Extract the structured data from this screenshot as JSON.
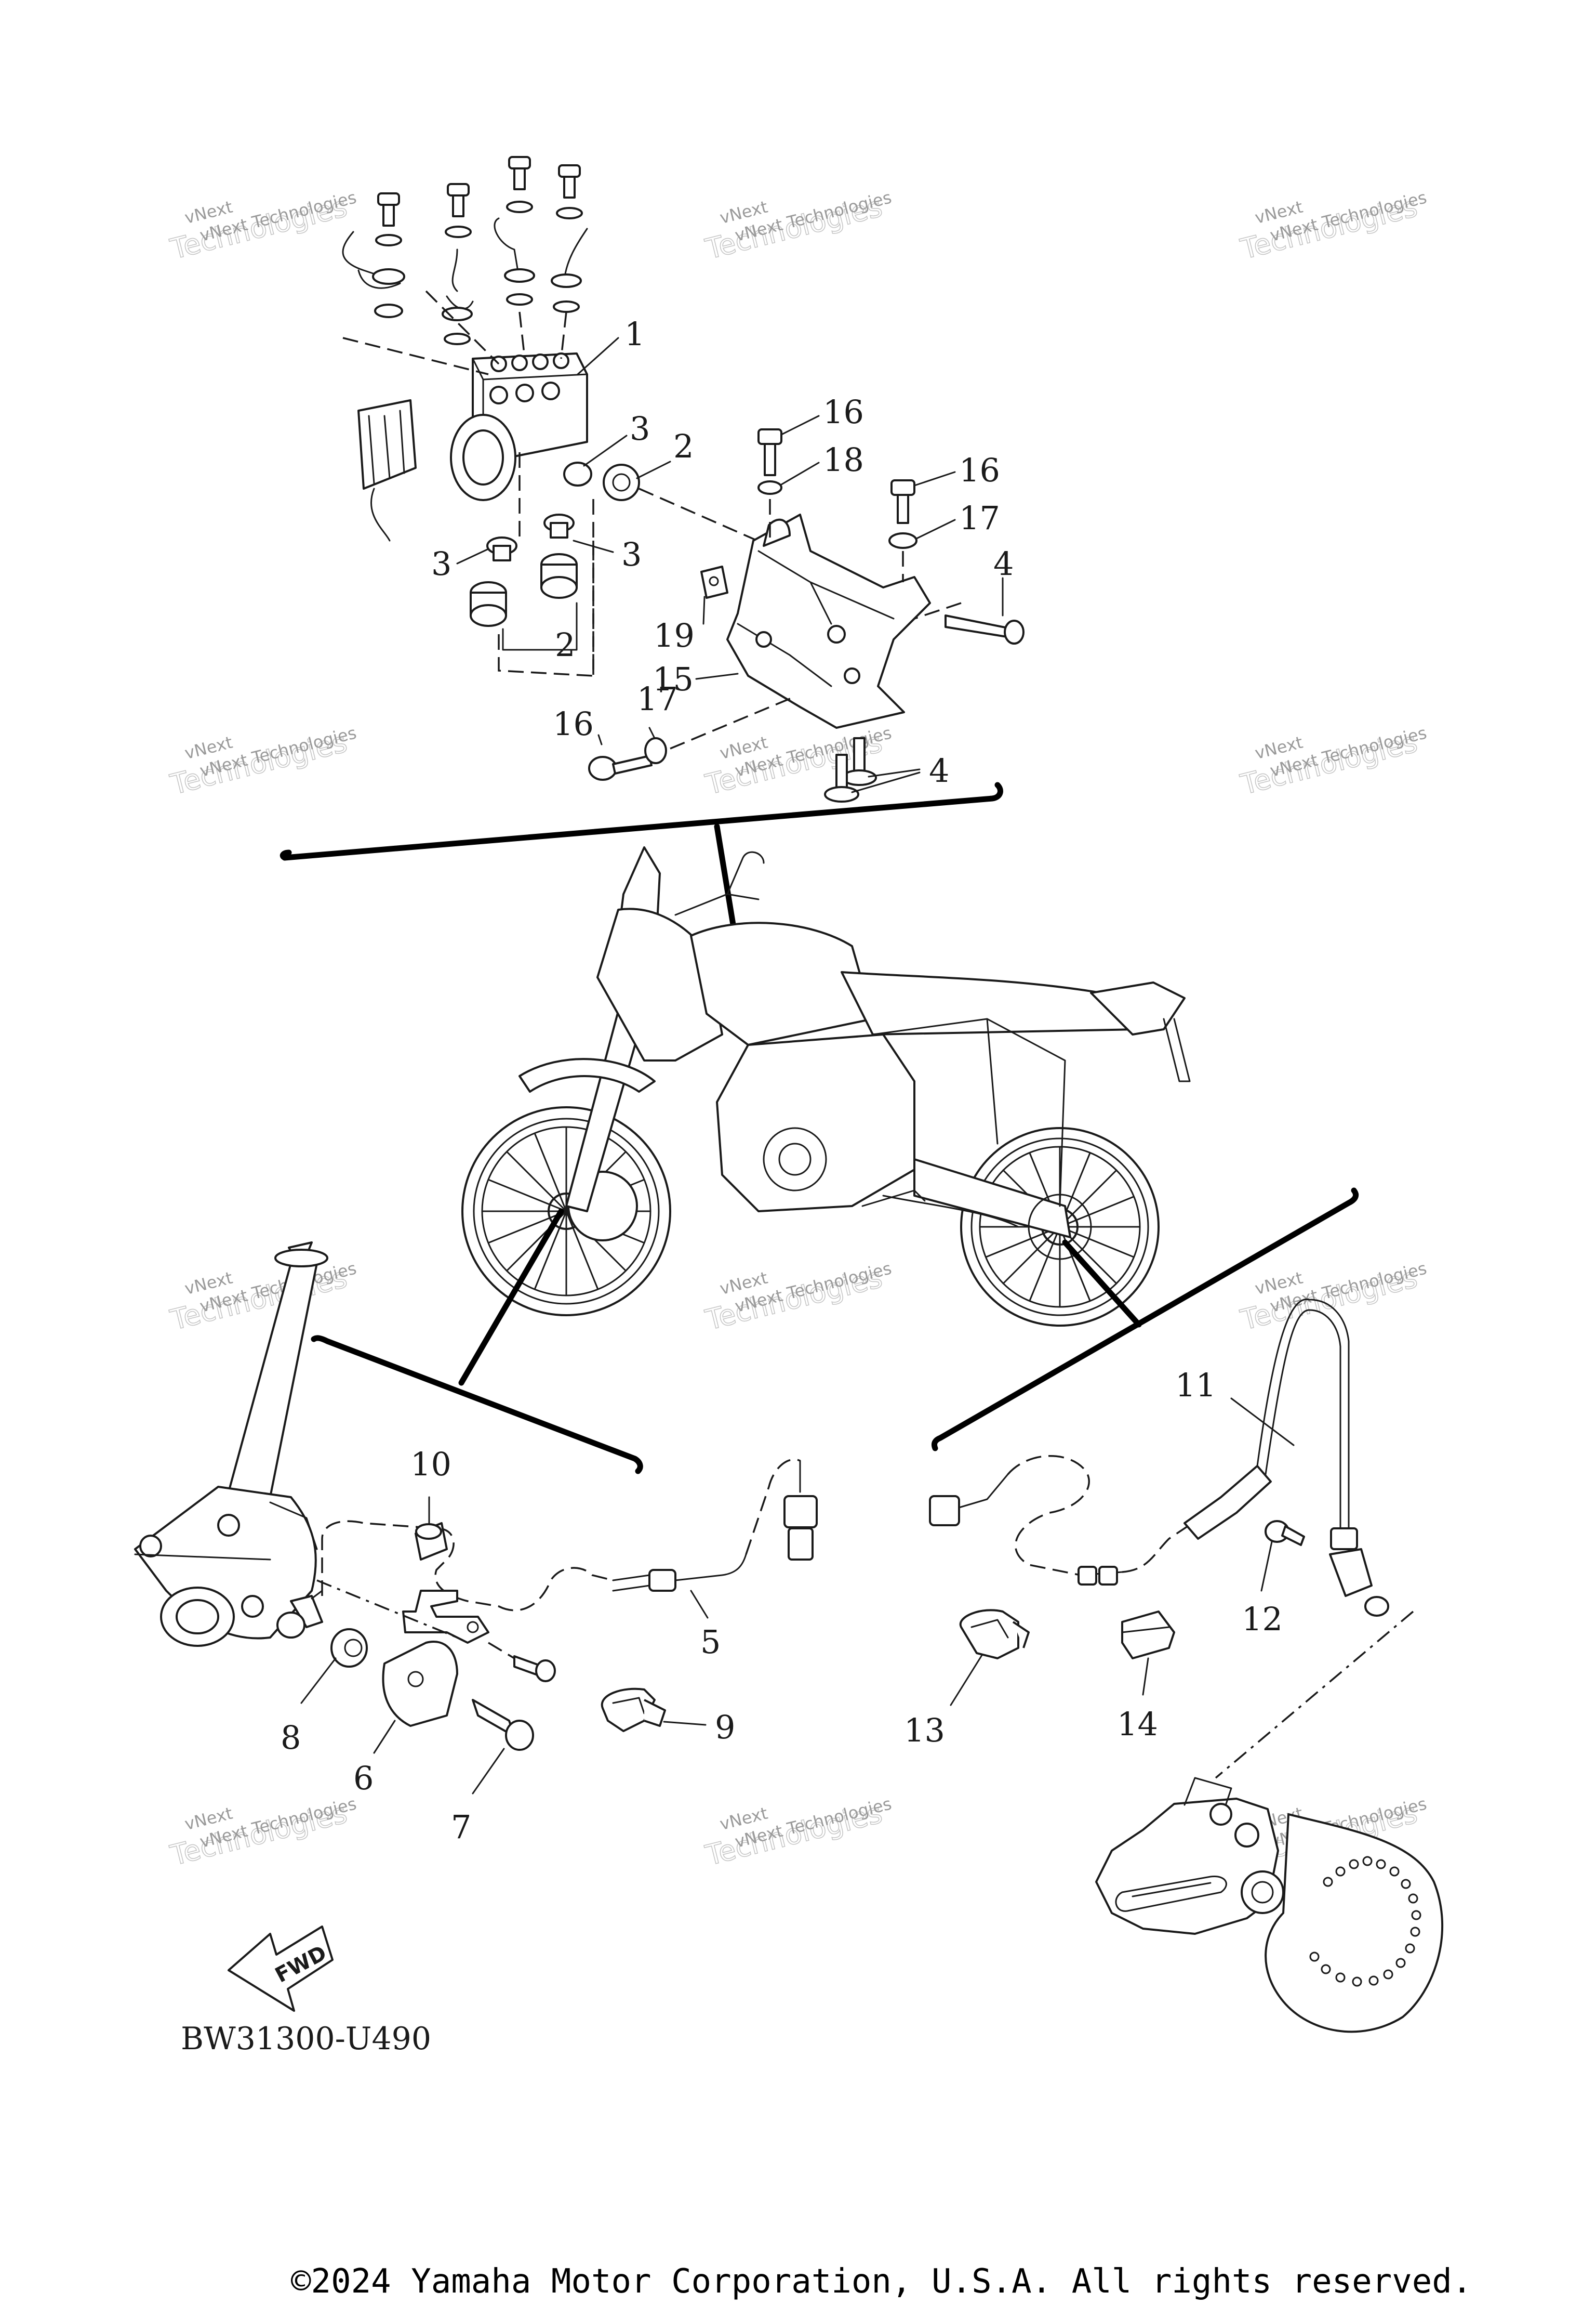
{
  "watermark": {
    "line1": "vNext",
    "line2": "Technologies",
    "line3": "vNext Technologies"
  },
  "diagram_code": "BW31300-U490",
  "fwd_label": "FWD",
  "copyright": "©2024 Yamaha Motor Corporation, U.S.A. All rights reserved.",
  "callouts": {
    "c1": "1",
    "c2a": "2",
    "c2b": "2",
    "c3a": "3",
    "c3b": "3",
    "c3c": "3",
    "c4a": "4",
    "c4b": "4",
    "c5": "5",
    "c6": "6",
    "c7": "7",
    "c8": "8",
    "c9": "9",
    "c10": "10",
    "c11": "11",
    "c12": "12",
    "c13": "13",
    "c14": "14",
    "c15": "15",
    "c16a": "16",
    "c16b": "16",
    "c16c": "16",
    "c17a": "17",
    "c17b": "17",
    "c18": "18",
    "c19": "19"
  }
}
